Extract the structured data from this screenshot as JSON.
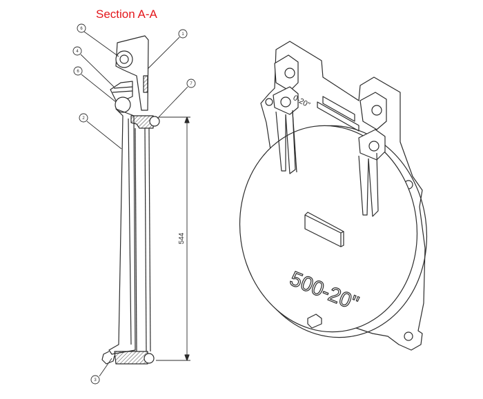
{
  "section_view": {
    "title": "Section A-A",
    "dimension": "544",
    "callouts": [
      {
        "id": "callout-1",
        "label": "1"
      },
      {
        "id": "callout-2",
        "label": "2"
      },
      {
        "id": "callout-3",
        "label": "3"
      },
      {
        "id": "callout-4",
        "label": "4"
      },
      {
        "id": "callout-6a",
        "label": "6"
      },
      {
        "id": "callout-6b",
        "label": "6"
      },
      {
        "id": "callout-7",
        "label": "7"
      }
    ]
  },
  "iso_view": {
    "size_marking": "500-20\"",
    "top_marking": "0-20\""
  },
  "colors": {
    "title": "#e3161b",
    "line": "#2a2a2a",
    "hatch": "#3a3a3a"
  }
}
